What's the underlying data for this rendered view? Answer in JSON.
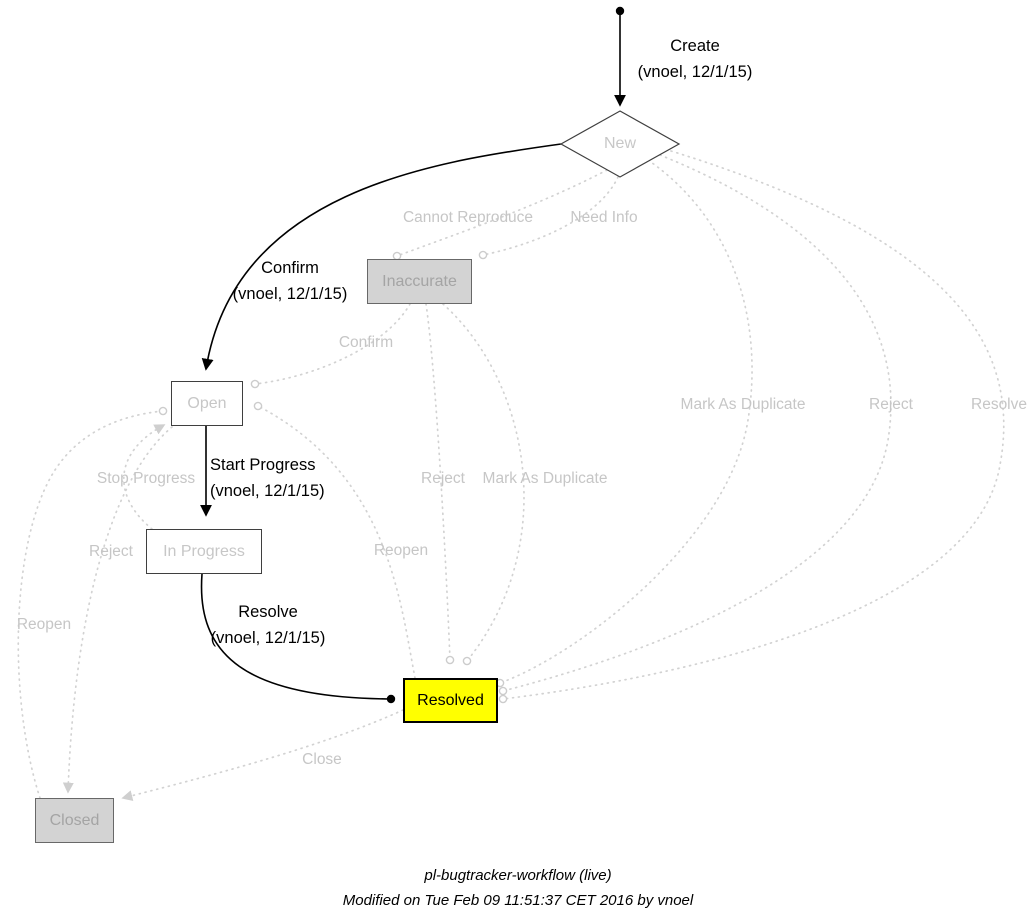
{
  "diagram": {
    "caption": {
      "title": "pl-bugtracker-workflow (live)",
      "modified": "Modified on Tue Feb 09 11:51:37 CET 2016 by vnoel"
    },
    "colors": {
      "active_edge": "#000000",
      "inactive_edge": "#d2d2d2",
      "inactive_text": "#c6c6c6",
      "current_node_fill": "#ffff00",
      "inactive_node_fill": "#d3d3d3",
      "background": "#ffffff"
    },
    "nodes": {
      "new": {
        "label": "New",
        "shape": "diamond",
        "state": "visited"
      },
      "inaccurate": {
        "label": "Inaccurate",
        "shape": "box",
        "state": "inactive"
      },
      "open": {
        "label": "Open",
        "shape": "box",
        "state": "visited"
      },
      "in_progress": {
        "label": "In Progress",
        "shape": "box",
        "state": "visited"
      },
      "resolved": {
        "label": "Resolved",
        "shape": "box",
        "state": "current"
      },
      "closed": {
        "label": "Closed",
        "shape": "box",
        "state": "inactive"
      }
    },
    "edges": {
      "create": {
        "label": "Create",
        "annotation": "(vnoel, 12/1/15)"
      },
      "confirm": {
        "label": "Confirm",
        "annotation": "(vnoel, 12/1/15)"
      },
      "start_progress": {
        "label": "Start Progress",
        "annotation": "(vnoel, 12/1/15)"
      },
      "resolve": {
        "label": "Resolve",
        "annotation": "(vnoel, 12/1/15)"
      },
      "cannot_reproduce": {
        "label": "Cannot Reproduce"
      },
      "need_info": {
        "label": "Need Info"
      },
      "confirm_inactive": {
        "label": "Confirm"
      },
      "mark_as_duplicate_right": {
        "label": "Mark As Duplicate"
      },
      "reject_right": {
        "label": "Reject"
      },
      "resolve_right": {
        "label": "Resolve"
      },
      "stop_progress": {
        "label": "Stop Progress"
      },
      "reject_mid": {
        "label": "Reject"
      },
      "mark_as_duplicate_mid": {
        "label": "Mark As Duplicate"
      },
      "reopen_mid": {
        "label": "Reopen"
      },
      "reject_left": {
        "label": "Reject"
      },
      "reopen_left": {
        "label": "Reopen"
      },
      "close": {
        "label": "Close"
      }
    }
  }
}
